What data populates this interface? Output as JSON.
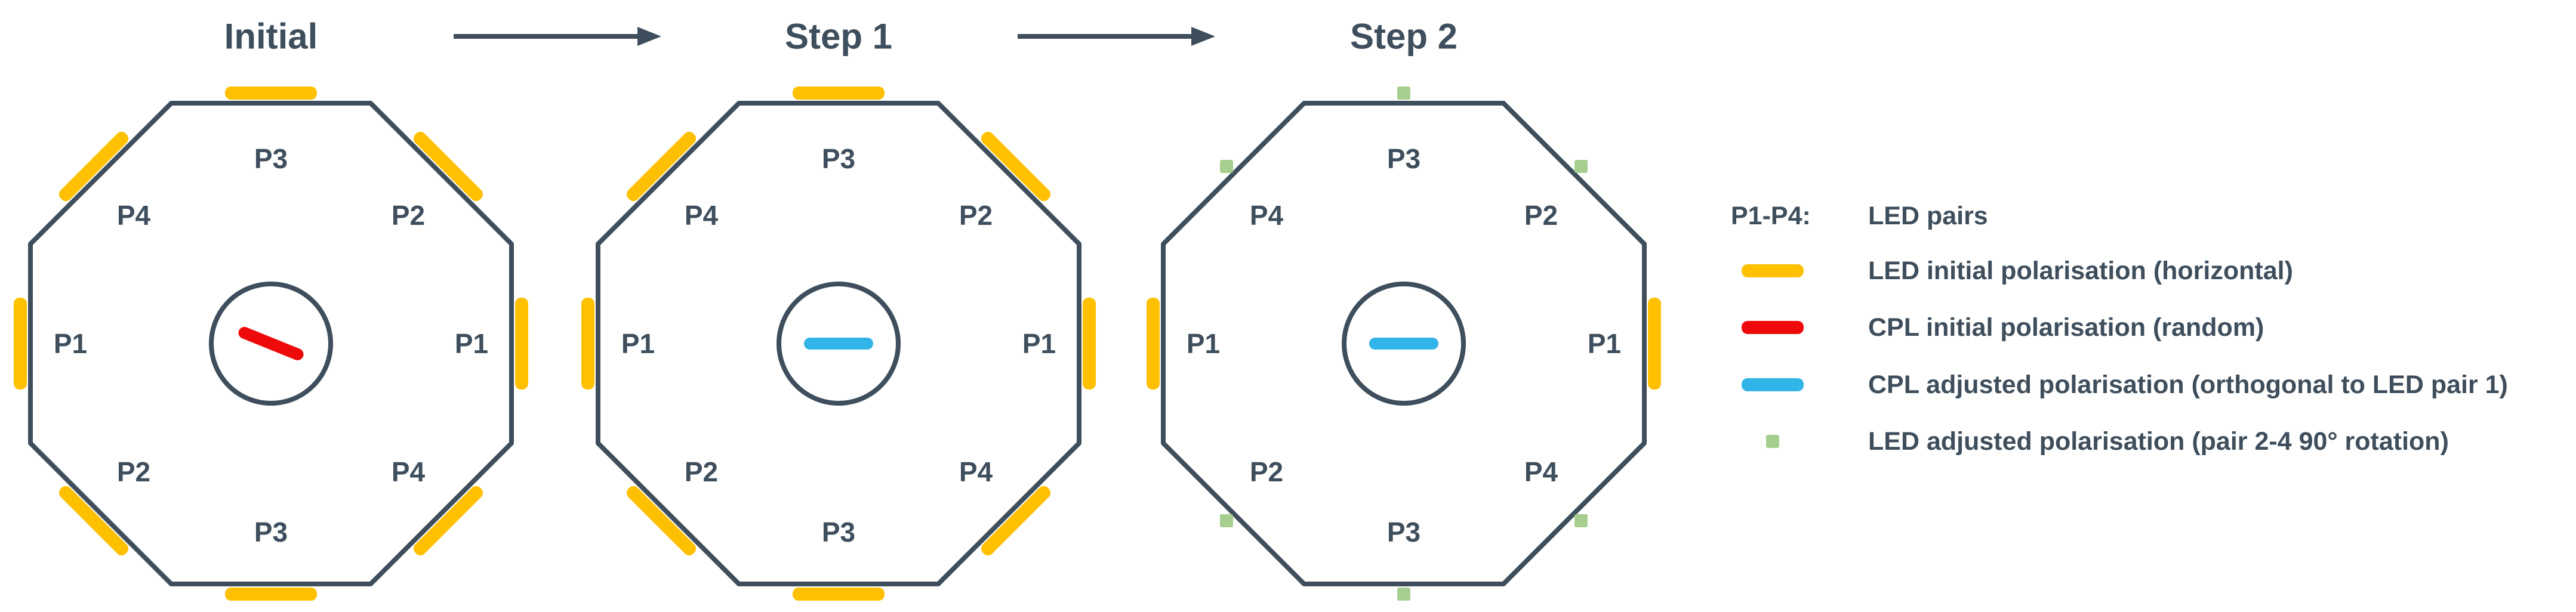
{
  "colors": {
    "outline": "#3e4e5c",
    "led-yellow": "#ffc000",
    "cpl-red": "#ee0a0a",
    "cpl-blue": "#31b4e8",
    "led-green": "#a6ce8e"
  },
  "panels": [
    {
      "title": "Initial",
      "cpl_bar": "red-diagonal",
      "led_bars": "all-8-edges-horizontal",
      "green_markers": false
    },
    {
      "title": "Step 1",
      "cpl_bar": "blue-horizontal",
      "led_bars": "all-8-edges-horizontal",
      "green_markers": false
    },
    {
      "title": "Step 2",
      "cpl_bar": "blue-horizontal",
      "led_bars": "pair-1-only",
      "green_markers": true
    }
  ],
  "octagon_labels": {
    "top": "P3",
    "upper_left": "P4",
    "upper_right": "P2",
    "left": "P1",
    "right": "P1",
    "lower_left": "P2",
    "lower_right": "P4",
    "bottom": "P3"
  },
  "legend": {
    "pairs_key": "P1-P4:",
    "pairs_value": "LED pairs",
    "items": [
      {
        "swatch": "yellow-bar",
        "label": "LED initial polarisation (horizontal)"
      },
      {
        "swatch": "red-bar",
        "label": "CPL initial polarisation (random)"
      },
      {
        "swatch": "blue-bar",
        "label": "CPL adjusted polarisation (orthogonal to LED pair 1)"
      },
      {
        "swatch": "green-square",
        "label": "LED adjusted polarisation (pair 2-4 90° rotation)"
      }
    ]
  }
}
